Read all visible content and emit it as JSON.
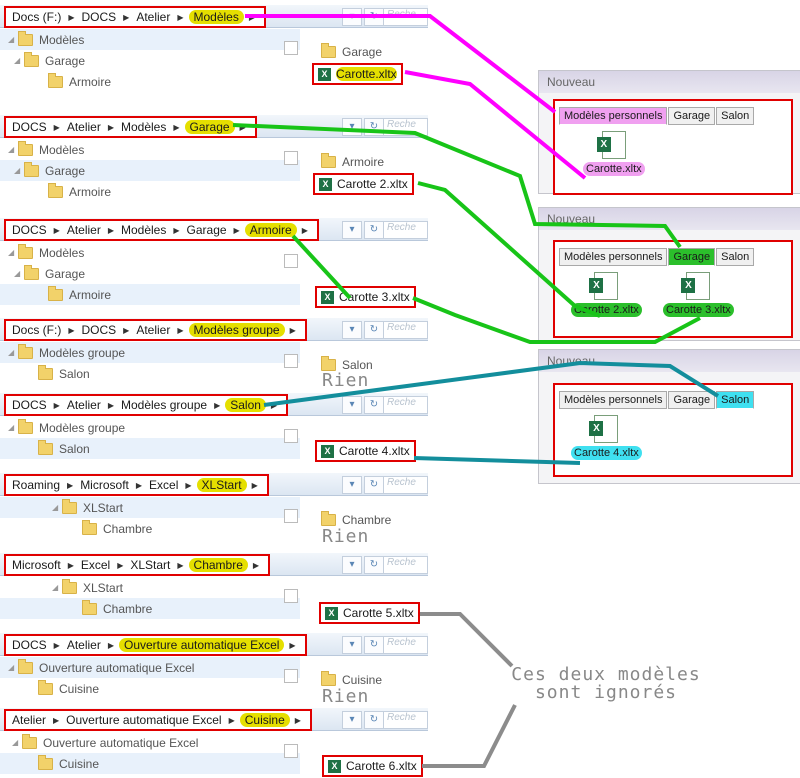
{
  "strips": [
    {
      "crumbs": [
        "Docs (F:)",
        "DOCS",
        "Atelier",
        "Modèles"
      ],
      "hl": 3,
      "tree": [
        "Modèles",
        "Garage",
        "Armoire"
      ],
      "right_folder": "Garage",
      "file": {
        "name": "Carotte.xltx",
        "hl": "Carotte.xltx"
      }
    },
    {
      "crumbs": [
        "DOCS",
        "Atelier",
        "Modèles",
        "Garage"
      ],
      "hl": 3,
      "tree": [
        "Modèles",
        "Garage",
        "Armoire"
      ],
      "right_folder": "Armoire",
      "file": {
        "name": "Carotte 2.xltx"
      }
    },
    {
      "crumbs": [
        "DOCS",
        "Atelier",
        "Modèles",
        "Garage",
        "Armoire"
      ],
      "hl": 4,
      "tree": [
        "Modèles",
        "Garage",
        "Armoire"
      ],
      "file": {
        "name": "Carotte 3.xltx"
      }
    },
    {
      "crumbs": [
        "Docs (F:)",
        "DOCS",
        "Atelier",
        "Modèles groupe"
      ],
      "hl": 3,
      "tree": [
        "Modèles groupe",
        "Salon"
      ],
      "right_folder": "Salon"
    },
    {
      "crumbs": [
        "DOCS",
        "Atelier",
        "Modèles groupe",
        "Salon"
      ],
      "hl": 3,
      "tree": [
        "Modèles groupe",
        "Salon"
      ],
      "file": {
        "name": "Carotte 4.xltx"
      }
    },
    {
      "crumbs": [
        "Roaming",
        "Microsoft",
        "Excel",
        "XLStart"
      ],
      "hl": 3,
      "tree": [
        "XLStart",
        "Chambre"
      ],
      "right_folder": "Chambre"
    },
    {
      "crumbs": [
        "Microsoft",
        "Excel",
        "XLStart",
        "Chambre"
      ],
      "hl": 3,
      "tree": [
        "XLStart",
        "Chambre"
      ],
      "file": {
        "name": "Carotte 5.xltx"
      }
    },
    {
      "crumbs": [
        "DOCS",
        "Atelier",
        "Ouverture automatique Excel"
      ],
      "hl": 2,
      "tree": [
        "Ouverture automatique Excel",
        "Cuisine"
      ],
      "right_folder": "Cuisine"
    },
    {
      "crumbs": [
        "Atelier",
        "Ouverture automatique Excel",
        "Cuisine"
      ],
      "hl": 2,
      "tree": [
        "Ouverture automatique Excel",
        "Cuisine"
      ],
      "file": {
        "name": "Carotte 6.xltx"
      }
    }
  ],
  "search_placeholder": "Reche",
  "rien": "Rien",
  "ignored_note": [
    "Ces deux modèles",
    "sont ignorés"
  ],
  "dialogs": [
    {
      "title": "Nouveau",
      "tabs": [
        "Modèles personnels",
        "Garage",
        "Salon"
      ],
      "active": 0,
      "hl_tab": 0,
      "hl_color": "pink",
      "items": [
        {
          "name": "Carotte.xltx",
          "hl": "pink"
        }
      ]
    },
    {
      "title": "Nouveau",
      "tabs": [
        "Modèles personnels",
        "Garage",
        "Salon"
      ],
      "active": 1,
      "hl_tab": 1,
      "hl_color": "green",
      "items": [
        {
          "name": "Carotte 2.xltx",
          "hl": "green"
        },
        {
          "name": "Carotte 3.xltx",
          "hl": "green"
        }
      ]
    },
    {
      "title": "Nouveau",
      "tabs": [
        "Modèles personnels",
        "Garage",
        "Salon"
      ],
      "active": 2,
      "hl_tab": 2,
      "hl_color": "cyan",
      "items": [
        {
          "name": "Carotte 4.xltx",
          "hl": "cyan"
        }
      ]
    }
  ],
  "colors": {
    "magenta": "#ff00ff",
    "green": "#18c418",
    "teal": "#138e9c",
    "gray": "#8c8c8c",
    "red": "#e00000",
    "highlight": "#e5df00"
  }
}
